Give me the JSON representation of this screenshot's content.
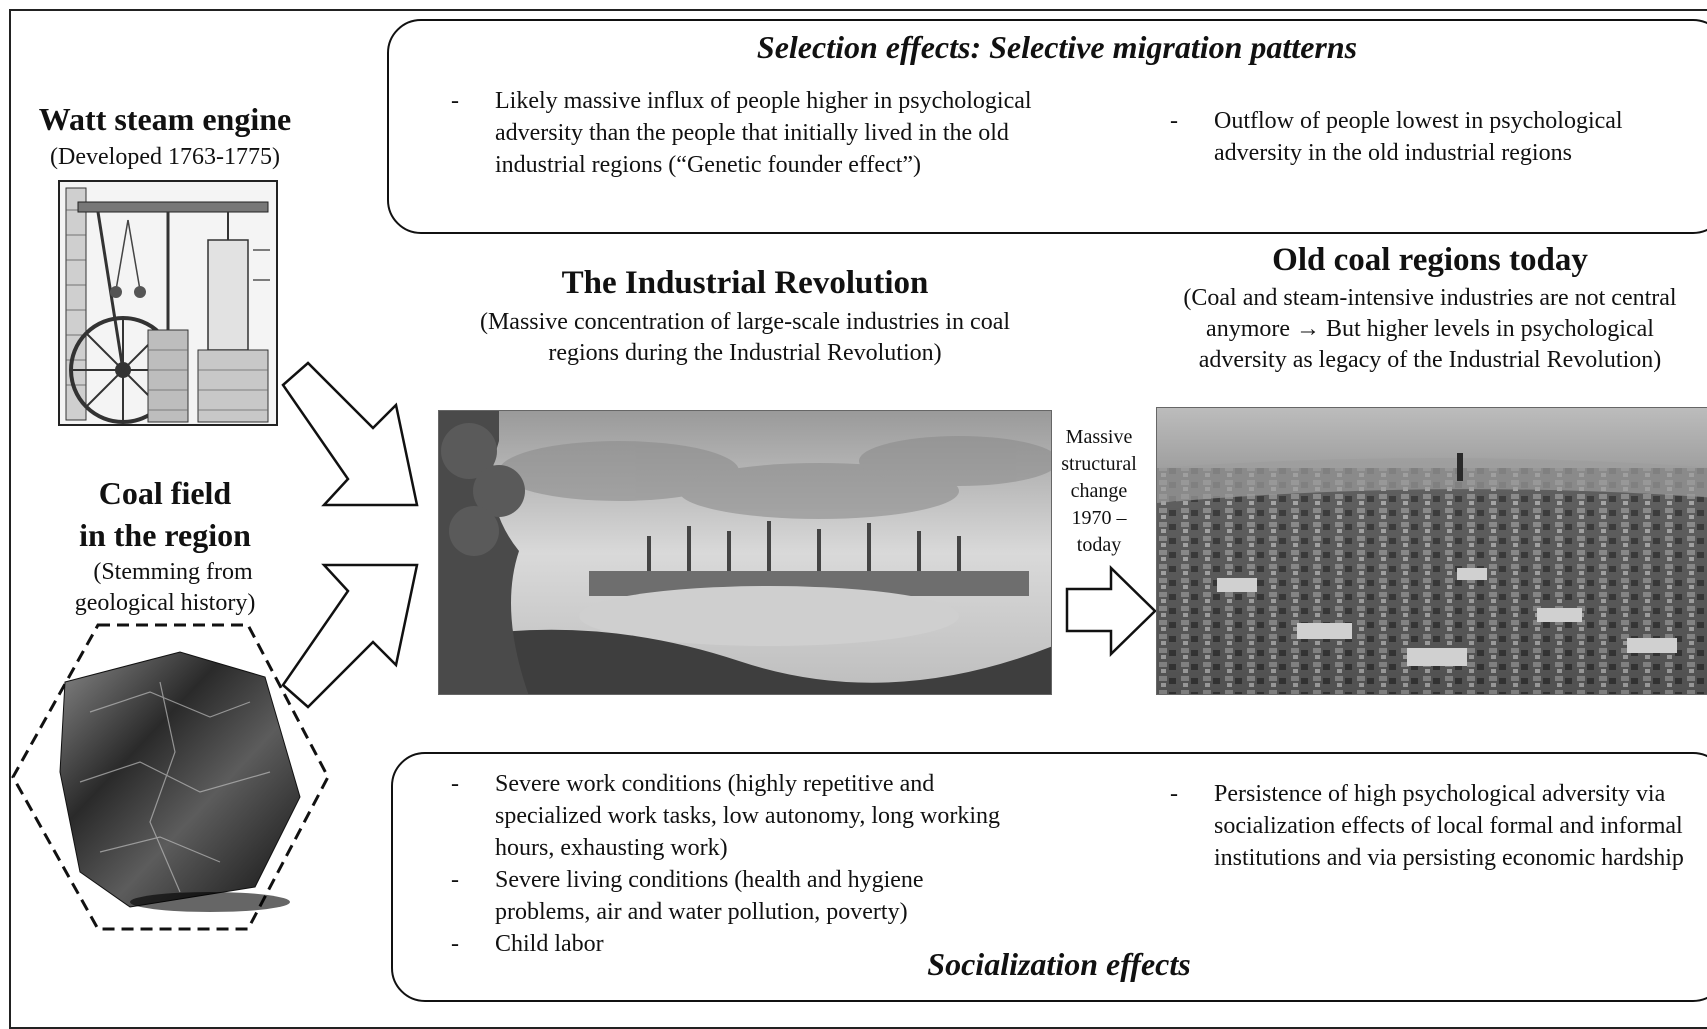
{
  "selection_box": {
    "title": "Selection effects: Selective migration patterns",
    "left_bullets": [
      "Likely massive influx of people higher in psychological adversity than the people that initially lived in the old industrial regions (“Genetic founder effect”)"
    ],
    "right_bullets": [
      "Outflow of people lowest in psychological adversity in the old industrial regions"
    ]
  },
  "socialization_box": {
    "title": "Socialization effects",
    "left_bullets": [
      "Severe work conditions (highly repetitive and specialized work tasks, low autonomy, long working hours, exhausting work)",
      "Severe living conditions (health and hygiene problems, air and water pollution, poverty)",
      "Child labor"
    ],
    "right_bullets": [
      "Persistence of high psychological adversity via socialization effects of local formal and informal institutions and via persisting economic hardship"
    ]
  },
  "watt": {
    "title": "Watt steam engine",
    "subtitle": "(Developed 1763-1775)"
  },
  "coal": {
    "title_line1": "Coal field",
    "title_line2": "in the region",
    "subtitle_line1": "(Stemming from",
    "subtitle_line2": "geological history)"
  },
  "industrial_revolution": {
    "title": "The Industrial Revolution",
    "subtitle_line1": "(Massive concentration of large-scale industries in coal",
    "subtitle_line2": "regions during the Industrial Revolution)"
  },
  "today": {
    "title": "Old coal regions today",
    "subtitle_line1": "(Coal and steam-intensive industries are not central",
    "subtitle_line2": "anymore → But higher levels in psychological",
    "subtitle_line3": "adversity as legacy of the Industrial Revolution)"
  },
  "structural_change": {
    "line1": "Massive",
    "line2": "structural",
    "line3": "change",
    "line4": "1970 –",
    "line5": "today"
  }
}
